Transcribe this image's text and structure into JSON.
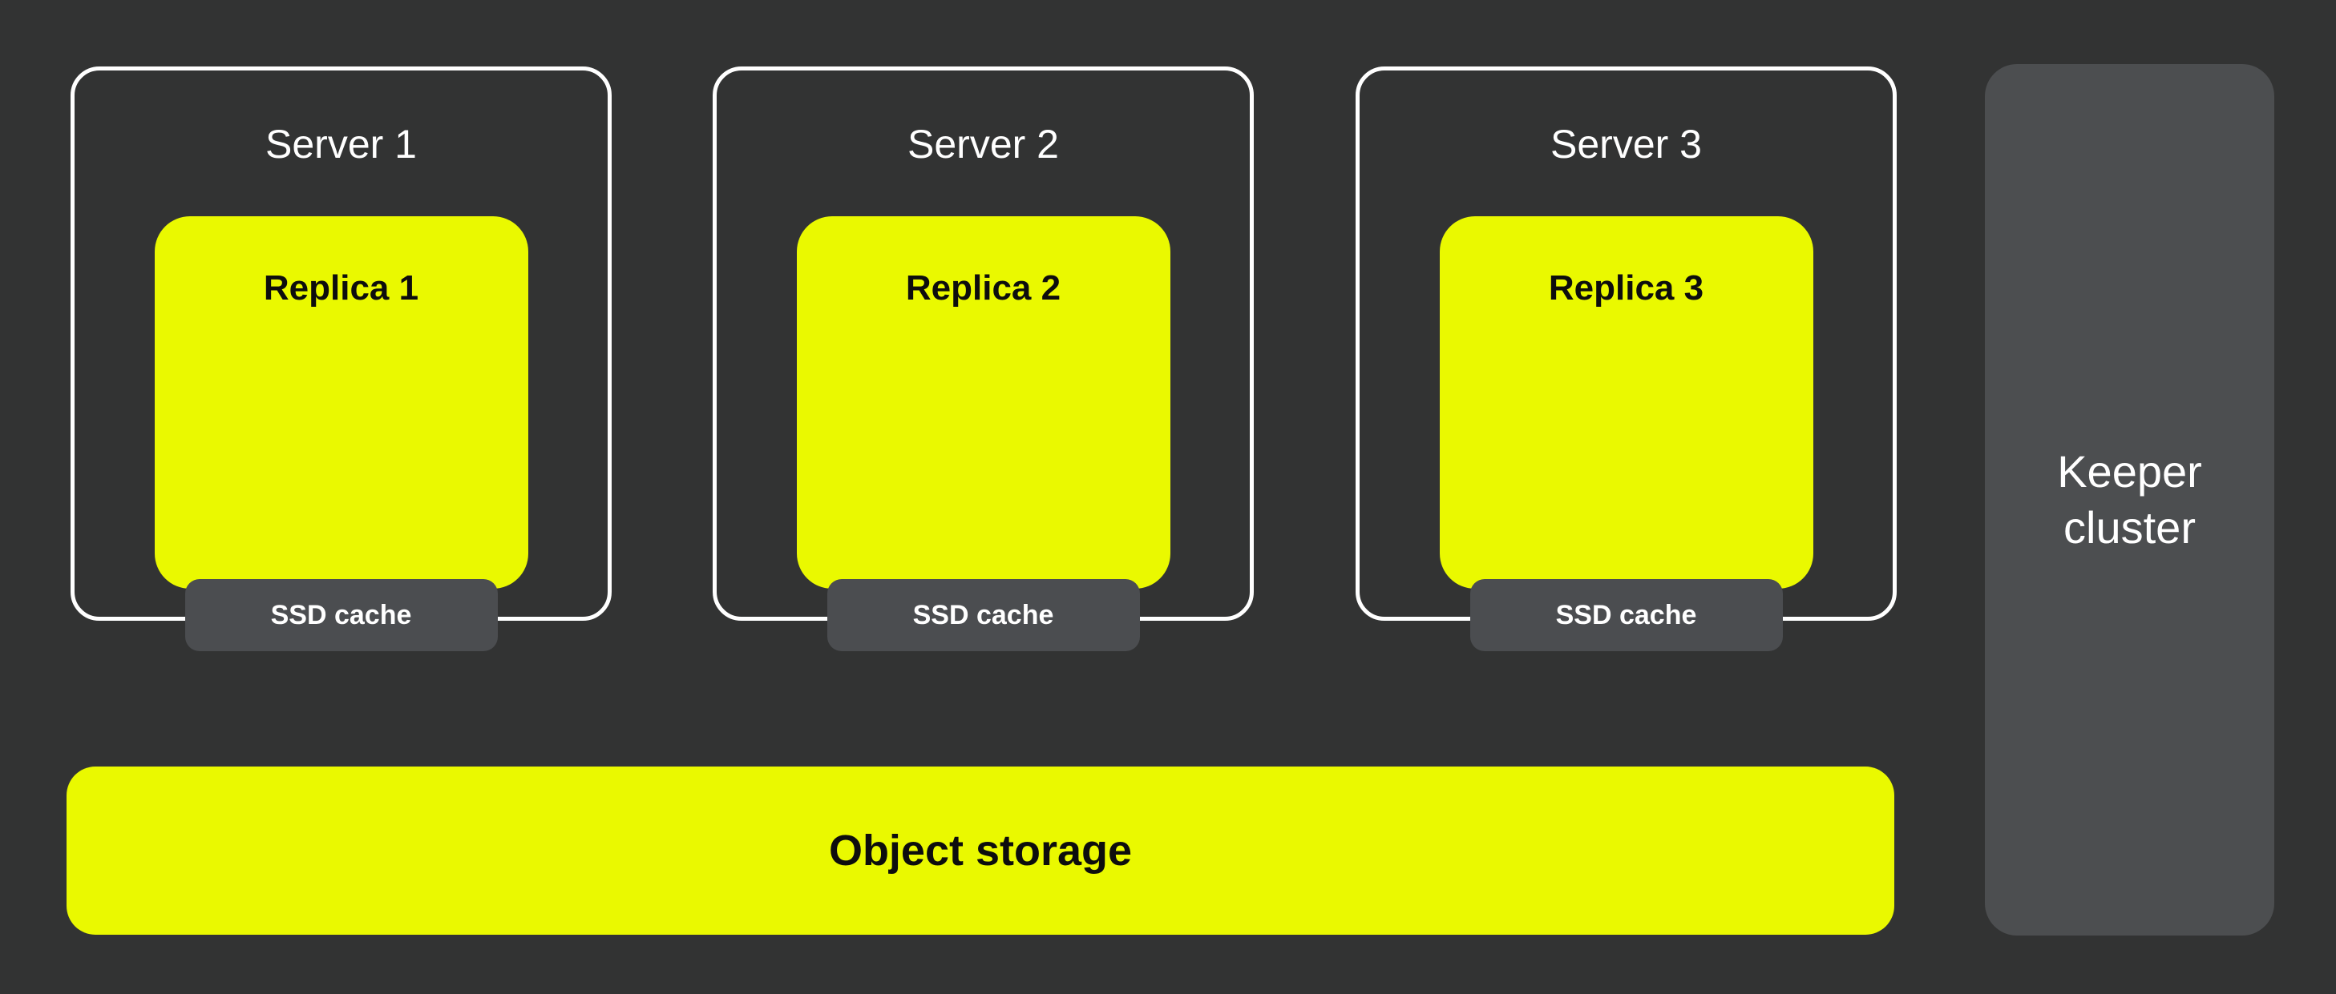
{
  "colors": {
    "bg": "#323333",
    "accent_yellow": "#EAF900",
    "keeper_gray": "#4C4E50",
    "ssd_gray": "#4B4D50",
    "border_white": "#FFFFFF",
    "text_light": "#FFFFFF",
    "text_dark": "#0D0D0D"
  },
  "diagram": {
    "servers": [
      {
        "title": "Server 1",
        "replica": "Replica 1",
        "cache": "SSD cache"
      },
      {
        "title": "Server 2",
        "replica": "Replica 2",
        "cache": "SSD cache"
      },
      {
        "title": "Server 3",
        "replica": "Replica 3",
        "cache": "SSD cache"
      }
    ],
    "object_storage": {
      "label": "Object storage"
    },
    "keeper": {
      "label": "Keeper cluster"
    }
  }
}
